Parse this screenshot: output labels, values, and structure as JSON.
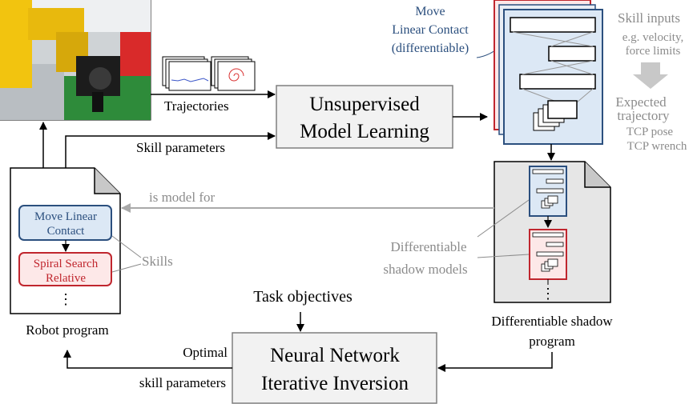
{
  "labels": {
    "trajectories": "Trajectories",
    "skill_parameters": "Skill parameters",
    "unsupervised_line1": "Unsupervised",
    "unsupervised_line2": "Model Learning",
    "move_line1": "Move",
    "move_line2": "Linear Contact",
    "move_line3": "(differentiable)",
    "skill_inputs_line1": "Skill inputs",
    "skill_inputs_line2": "e.g. velocity,",
    "skill_inputs_line3": "force limits",
    "expected_line1": "Expected",
    "expected_line2": "trajectory",
    "expected_line3": "TCP pose",
    "expected_line4": "TCP wrench",
    "is_model_for": "is model for",
    "skill_move_line1": "Move Linear",
    "skill_move_line2": "Contact",
    "skill_spiral_line1": "Spiral Search",
    "skill_spiral_line2": "Relative",
    "ellipsis": "⋮",
    "skills": "Skills",
    "diff_shadow_models_line1": "Differentiable",
    "diff_shadow_models_line2": "shadow models",
    "task_objectives": "Task objectives",
    "robot_program": "Robot program",
    "diff_shadow_program_line1": "Differentiable shadow",
    "diff_shadow_program_line2": "program",
    "optimal": "Optimal",
    "optimal_skill_parameters": "skill parameters",
    "nn_line1": "Neural Network",
    "nn_line2": "Iterative Inversion"
  },
  "colors": {
    "blue_border": "#2b4f7e",
    "blue_fill": "#dce8f5",
    "red_border": "#c0262e",
    "red_fill": "#fde8e8",
    "gray_text": "#8c8c8c",
    "box_fill": "#f2f2f2",
    "shadow_doc_fill": "#e6e6e6"
  },
  "icons": [
    "robot-arm-photo",
    "trajectory-plot-icon",
    "spiral-plot-icon",
    "down-arrow-icon",
    "document-icon"
  ]
}
